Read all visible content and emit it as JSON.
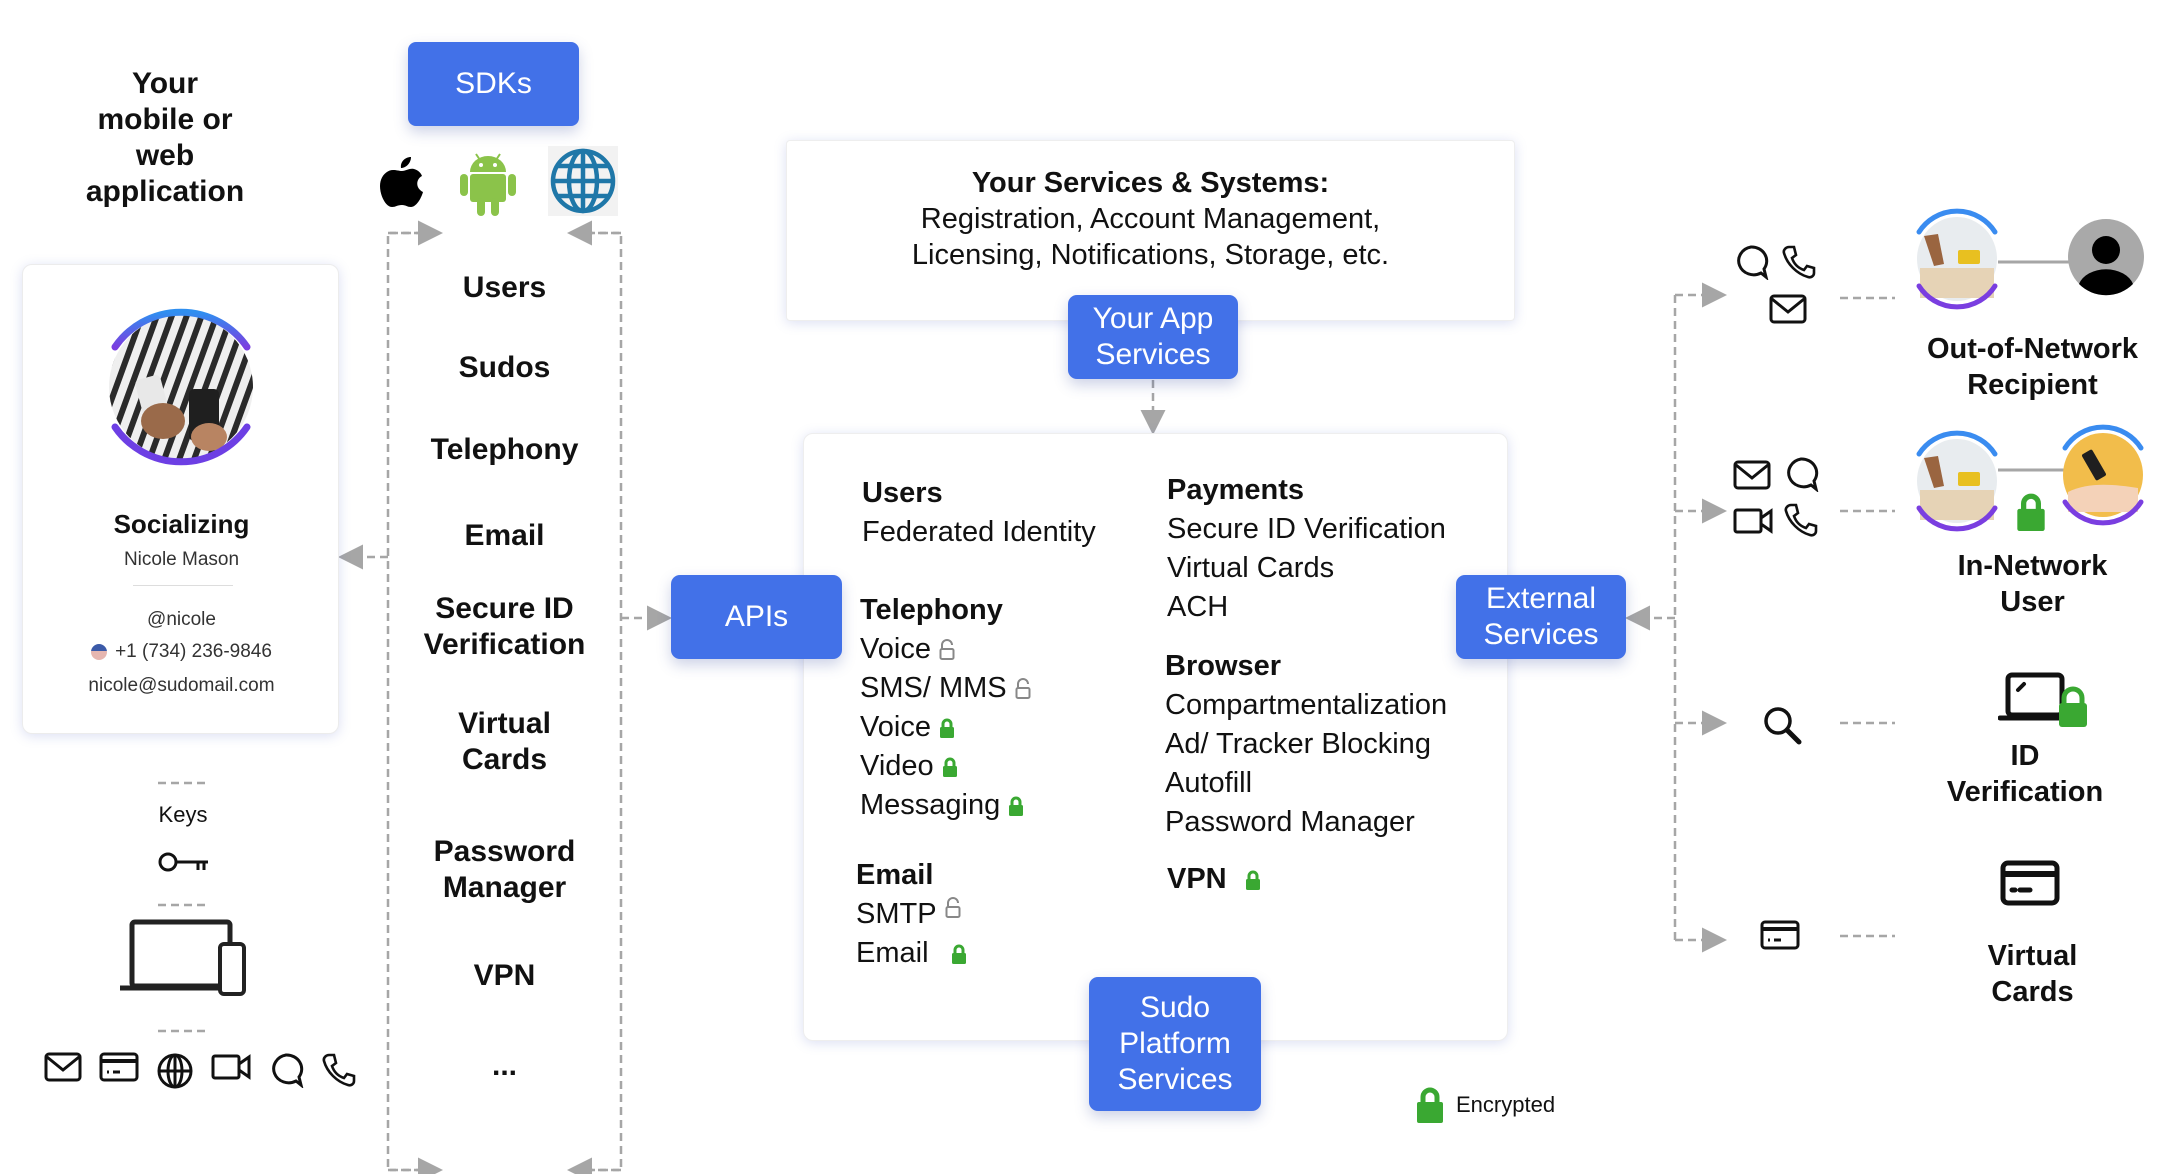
{
  "app_section": {
    "title_lines": [
      "Your",
      "mobile or",
      "web",
      "application"
    ]
  },
  "sdks": {
    "button_label": "SDKs",
    "platform_icons": [
      "apple-icon",
      "android-icon",
      "globe-icon"
    ],
    "items": [
      {
        "lines": [
          "Users"
        ]
      },
      {
        "lines": [
          "Sudos"
        ]
      },
      {
        "lines": [
          "Telephony"
        ]
      },
      {
        "lines": [
          "Email"
        ]
      },
      {
        "lines": [
          "Secure ID",
          "Verification"
        ]
      },
      {
        "lines": [
          "Virtual",
          "Cards"
        ]
      },
      {
        "lines": [
          "Password",
          "Manager"
        ]
      },
      {
        "lines": [
          "VPN"
        ]
      },
      {
        "lines": [
          "..."
        ]
      }
    ]
  },
  "profile_card": {
    "sudo_name": "Socializing",
    "person_name": "Nicole Mason",
    "handle": "@nicole",
    "phone": "+1 (734) 236-9846",
    "email": "nicole@sudomail.com",
    "keys_label": "Keys",
    "bottom_icons": [
      "email-icon",
      "card-icon",
      "globe-icon",
      "video-icon",
      "chat-icon",
      "phone-icon"
    ]
  },
  "your_services": {
    "title": "Your Services & Systems:",
    "line1": "Registration, Account Management,",
    "line2": "Licensing, Notifications, Storage, etc.",
    "button_lines": [
      "Your App",
      "Services"
    ]
  },
  "apis_label": "APIs",
  "external_services_lines": [
    "External",
    "Services"
  ],
  "sudo_platform_lines": [
    "Sudo",
    "Platform",
    "Services"
  ],
  "platform": {
    "left_column": [
      {
        "heading": "Users",
        "items": [
          {
            "label": "Federated Identity",
            "lock": "none"
          }
        ]
      },
      {
        "heading": "Telephony",
        "items": [
          {
            "label": "Voice",
            "lock": "open"
          },
          {
            "label": "SMS/ MMS",
            "lock": "open"
          },
          {
            "label": "Voice",
            "lock": "encrypted"
          },
          {
            "label": "Video",
            "lock": "encrypted"
          },
          {
            "label": "Messaging",
            "lock": "encrypted"
          }
        ]
      },
      {
        "heading": "Email",
        "items": [
          {
            "label": "SMTP",
            "lock": "open"
          },
          {
            "label": "Email",
            "lock": "encrypted"
          }
        ]
      }
    ],
    "right_column": [
      {
        "heading": "Payments",
        "items": [
          {
            "label": "Secure ID Verification",
            "lock": "none"
          },
          {
            "label": "Virtual Cards",
            "lock": "none"
          },
          {
            "label": "ACH",
            "lock": "none"
          }
        ]
      },
      {
        "heading": "Browser",
        "items": [
          {
            "label": "Compartmentalization",
            "lock": "none"
          },
          {
            "label": "Ad/ Tracker Blocking",
            "lock": "none"
          },
          {
            "label": "Autofill",
            "lock": "none"
          },
          {
            "label": "Password Manager",
            "lock": "none"
          }
        ]
      },
      {
        "heading": "VPN",
        "heading_lock": "encrypted",
        "items": []
      }
    ]
  },
  "legend": {
    "label": "Encrypted",
    "color": "#3aa832"
  },
  "external": [
    {
      "label_lines": [
        "Out-of-Network",
        "Recipient"
      ],
      "channel_icons": [
        "chat-icon",
        "phone-icon",
        "email-icon"
      ]
    },
    {
      "label_lines": [
        "In-Network",
        "User"
      ],
      "channel_icons": [
        "email-icon",
        "chat-icon",
        "video-icon",
        "phone-icon"
      ]
    },
    {
      "label_lines": [
        "ID",
        "Verification"
      ],
      "channel_icons": [
        "search-icon"
      ]
    },
    {
      "label_lines": [
        "Virtual",
        "Cards"
      ],
      "channel_icons": [
        "card-icon"
      ]
    }
  ],
  "colors": {
    "accent_blue": "#4271e8",
    "encrypted_green": "#3aa832",
    "connector_gray": "#a6a6a6"
  }
}
